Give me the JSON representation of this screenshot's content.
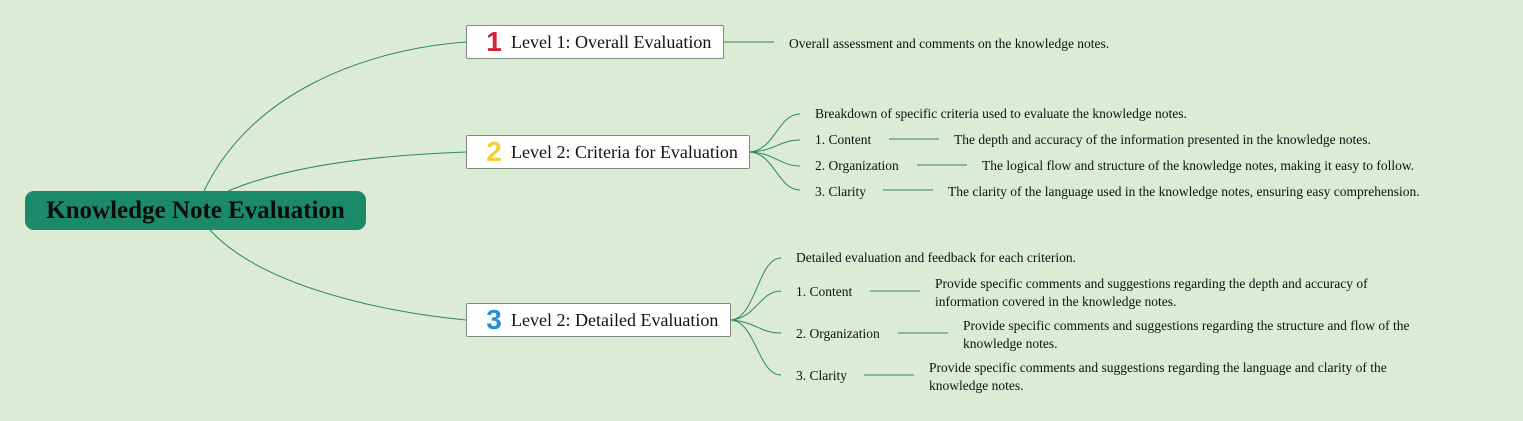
{
  "root": {
    "title": "Knowledge Note Evaluation"
  },
  "colors": {
    "background": "#dbebd4",
    "root_fill": "#1a8a68",
    "link": "#2d8a5f"
  },
  "level1": {
    "badge": "1",
    "label": "Level 1: Overall Evaluation",
    "note": "Overall assessment and comments on the knowledge notes."
  },
  "level2_criteria": {
    "badge": "2",
    "label": "Level 2: Criteria for Evaluation",
    "intro": "Breakdown of specific criteria used to evaluate the knowledge notes.",
    "items": [
      {
        "label": "1. Content",
        "desc": "The depth and accuracy of the information presented in the knowledge notes."
      },
      {
        "label": "2. Organization",
        "desc": "The logical flow and structure of the knowledge notes, making it easy to follow."
      },
      {
        "label": "3. Clarity",
        "desc": "The clarity of the language used in the knowledge notes, ensuring easy comprehension."
      }
    ]
  },
  "level2_detailed": {
    "badge": "3",
    "label": "Level 2: Detailed Evaluation",
    "intro": "Detailed evaluation and feedback for each criterion.",
    "items": [
      {
        "label": "1. Content",
        "desc": "Provide specific comments and suggestions regarding the depth and accuracy of information covered in the knowledge notes."
      },
      {
        "label": "2. Organization",
        "desc": "Provide specific comments and suggestions regarding the structure and flow of the knowledge notes."
      },
      {
        "label": "3. Clarity",
        "desc": "Provide specific comments and suggestions regarding the language and clarity of the knowledge notes."
      }
    ]
  }
}
